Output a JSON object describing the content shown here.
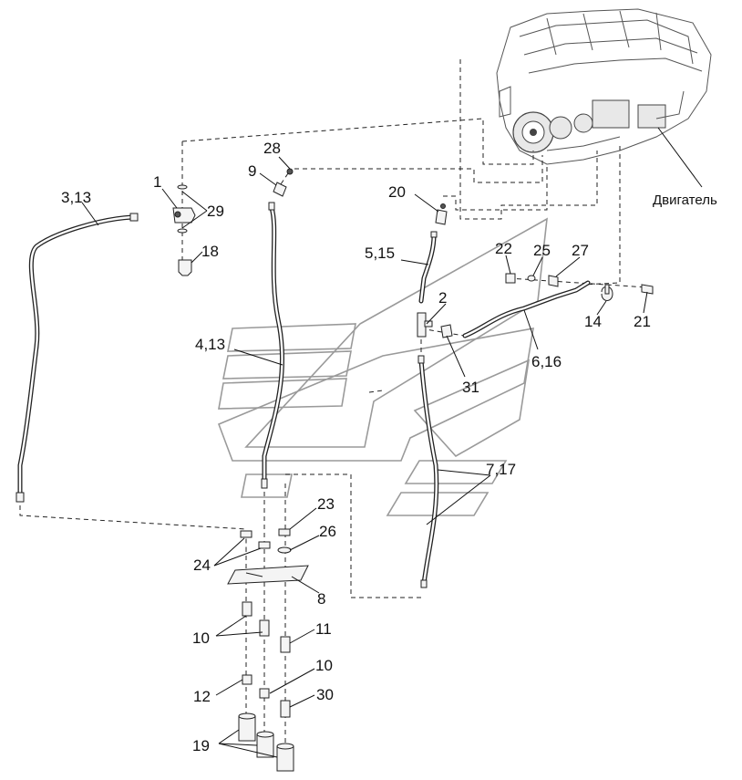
{
  "labels": {
    "l_3_13": "3,13",
    "l_1": "1",
    "l_29": "29",
    "l_18": "18",
    "l_28": "28",
    "l_9": "9",
    "l_4_13": "4,13",
    "l_20": "20",
    "l_5_15": "5,15",
    "l_2": "2",
    "l_22": "22",
    "l_25": "25",
    "l_27": "27",
    "l_14": "14",
    "l_21": "21",
    "l_6_16": "6,16",
    "l_31": "31",
    "l_7_17": "7,17",
    "l_23": "23",
    "l_26": "26",
    "l_24": "24",
    "l_8": "8",
    "l_10a": "10",
    "l_11": "11",
    "l_10b": "10",
    "l_12": "12",
    "l_30": "30",
    "l_19": "19",
    "engine": "Двигатель"
  },
  "colors": {
    "line": "#111111",
    "watermark": "#9a9a9a",
    "background": "#ffffff"
  }
}
